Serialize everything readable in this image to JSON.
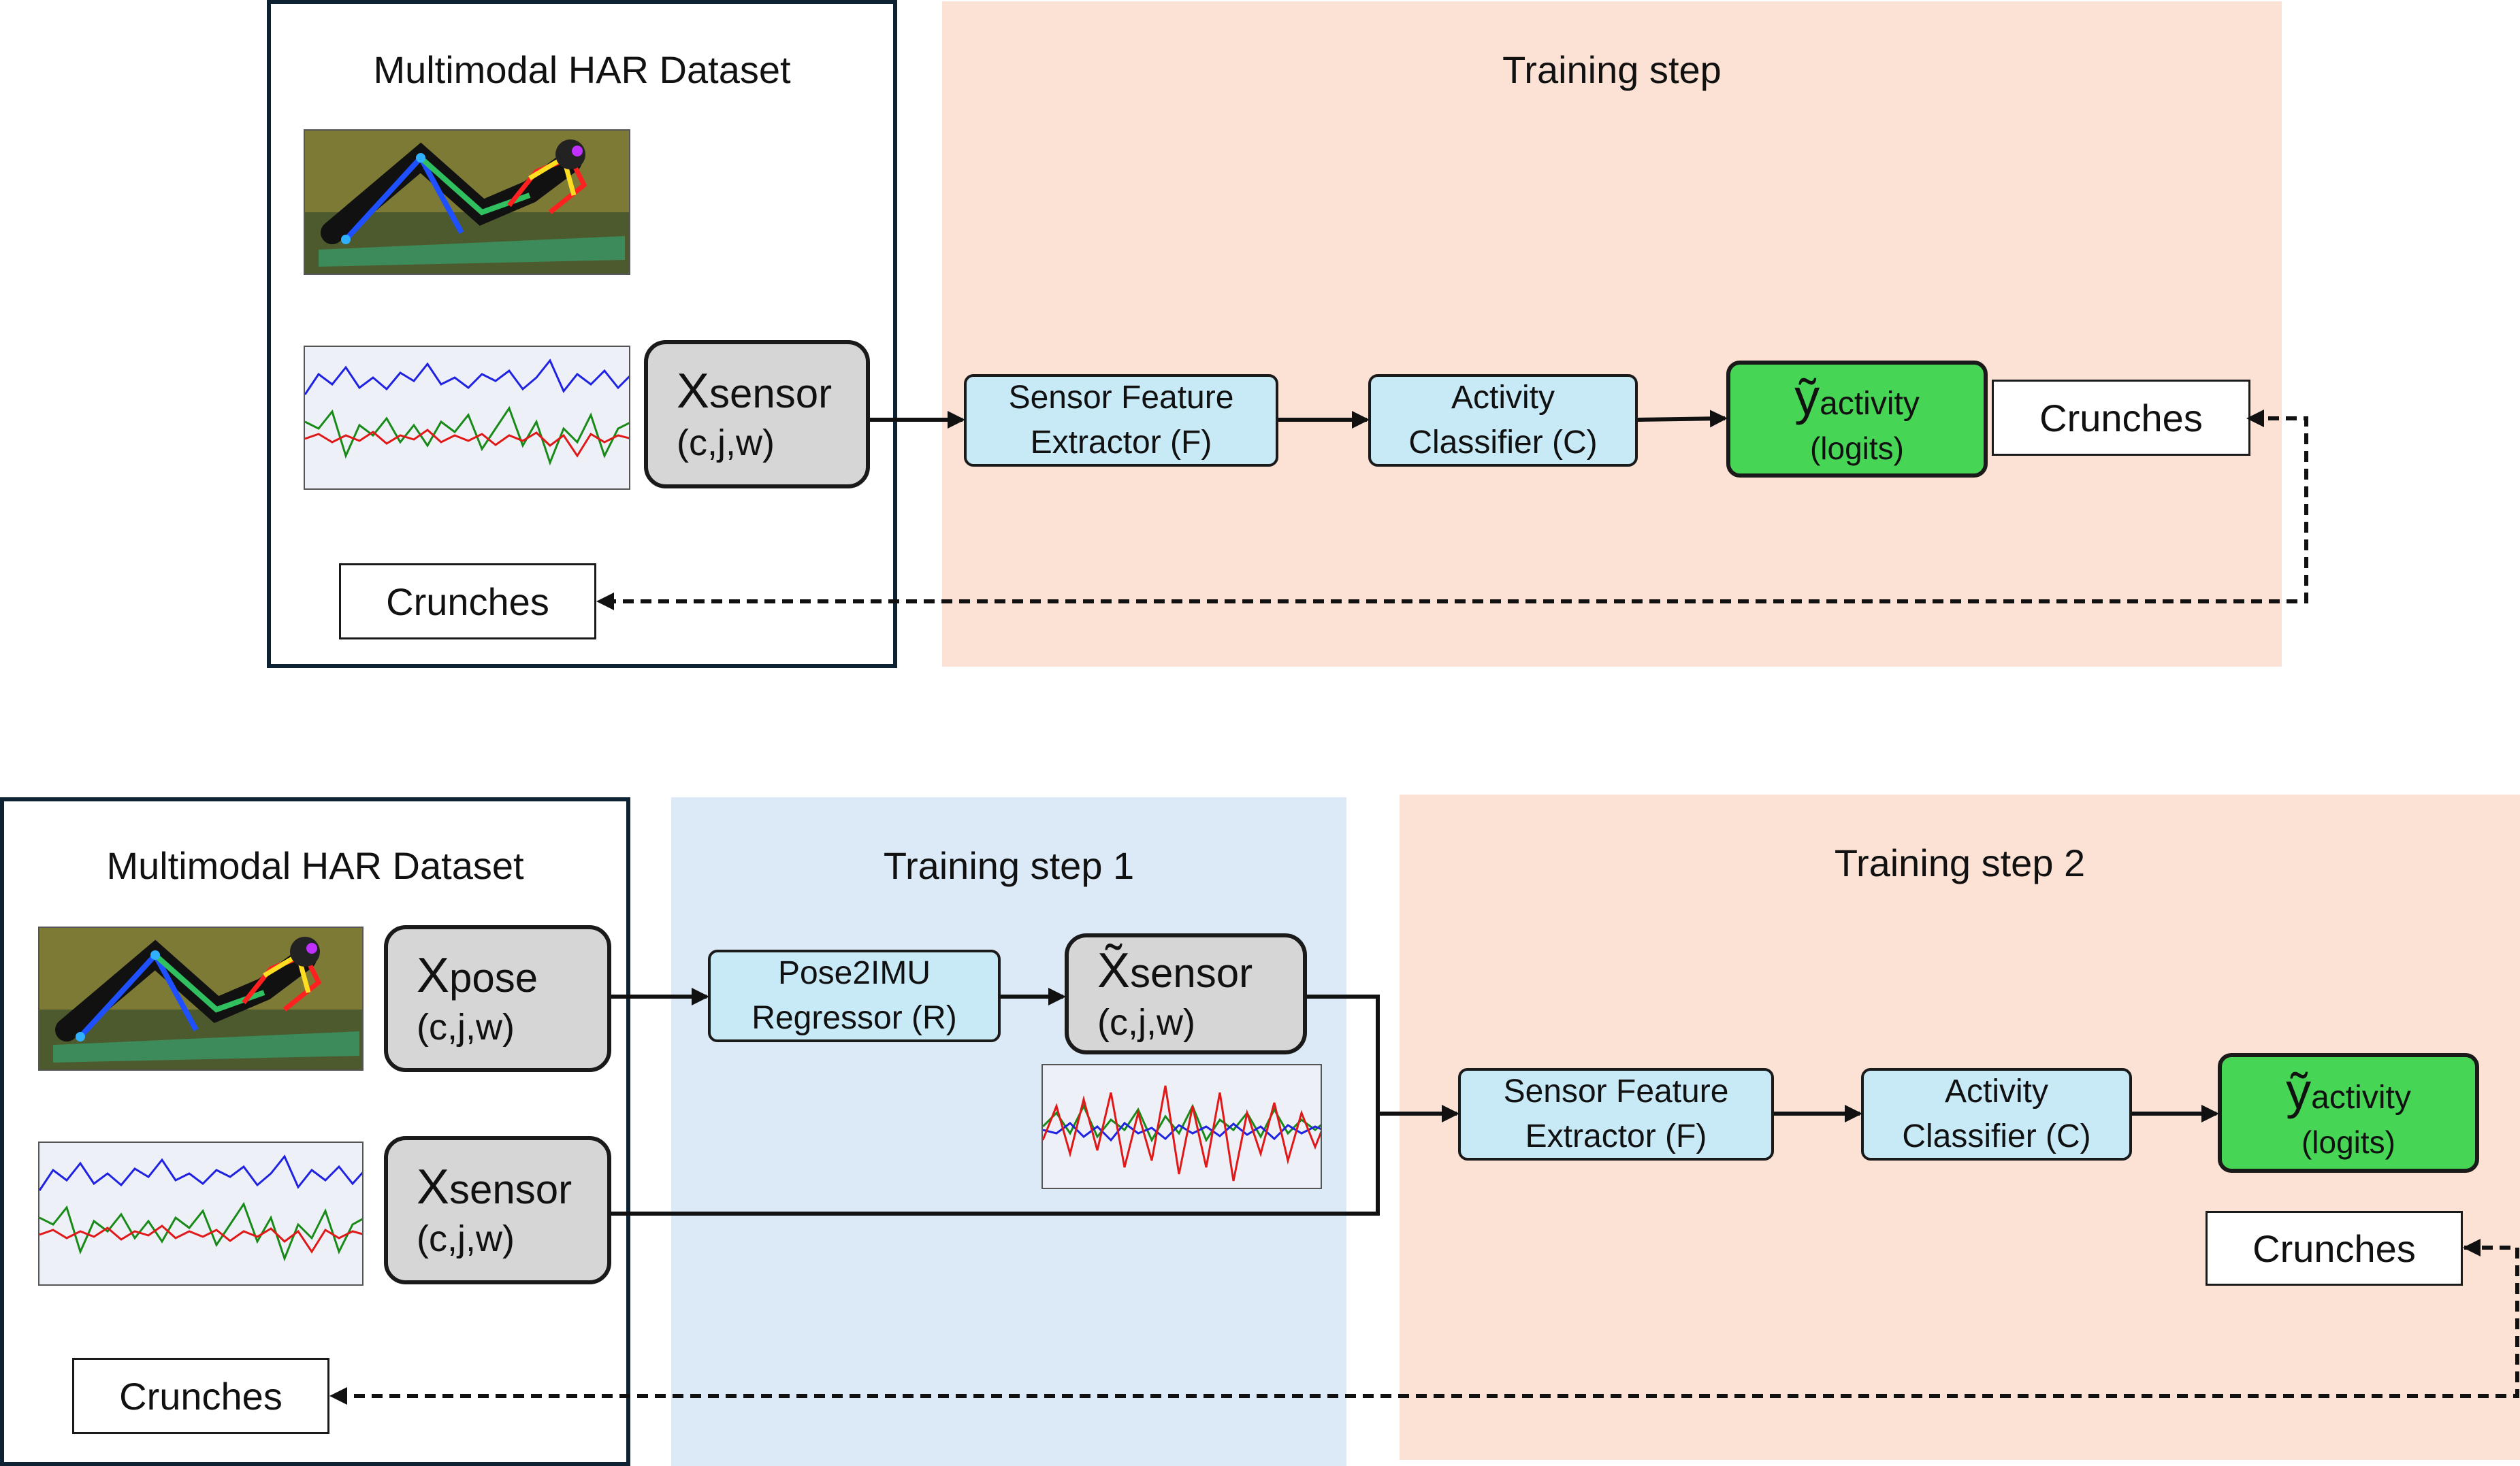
{
  "top": {
    "dataset_title": "Multimodal HAR Dataset",
    "training_title": "Training step",
    "x_sensor": {
      "symbol": "X",
      "sub": "sensor",
      "dims": "(c,j,w)"
    },
    "feature_extractor": {
      "line1": "Sensor Feature",
      "line2": "Extractor (F)"
    },
    "classifier": {
      "line1": "Activity",
      "line2": "Classifier (C)"
    },
    "output": {
      "symbol": "ỹ",
      "sub": "activity",
      "note": "(logits)"
    },
    "predicted_label": "Crunches",
    "ground_truth_label": "Crunches"
  },
  "bottom": {
    "dataset_title": "Multimodal HAR Dataset",
    "step1_title": "Training step 1",
    "step2_title": "Training step 2",
    "x_pose": {
      "symbol": "X",
      "sub": "pose",
      "dims": "(c,j,w)"
    },
    "x_sensor": {
      "symbol": "X",
      "sub": "sensor",
      "dims": "(c,j,w)"
    },
    "regressor": {
      "line1": "Pose2IMU",
      "line2": "Regressor (R)"
    },
    "x_sensor_synth": {
      "symbol": "X̃",
      "sub": "sensor",
      "dims": "(c,j,w)"
    },
    "feature_extractor": {
      "line1": "Sensor Feature",
      "line2": "Extractor (F)"
    },
    "classifier": {
      "line1": "Activity",
      "line2": "Classifier (C)"
    },
    "output": {
      "symbol": "ỹ",
      "sub": "activity",
      "note": "(logits)"
    },
    "predicted_label": "Crunches",
    "ground_truth_label": "Crunches"
  },
  "colors": {
    "peach_panel": "#fbe2d5",
    "blue_panel": "#dce9f6",
    "module_fill": "#c8eaf7",
    "output_fill": "#46d554",
    "input_fill": "#d6d6d6"
  },
  "icons": [
    "pose-skeleton-photo",
    "imu-signal-plot"
  ]
}
